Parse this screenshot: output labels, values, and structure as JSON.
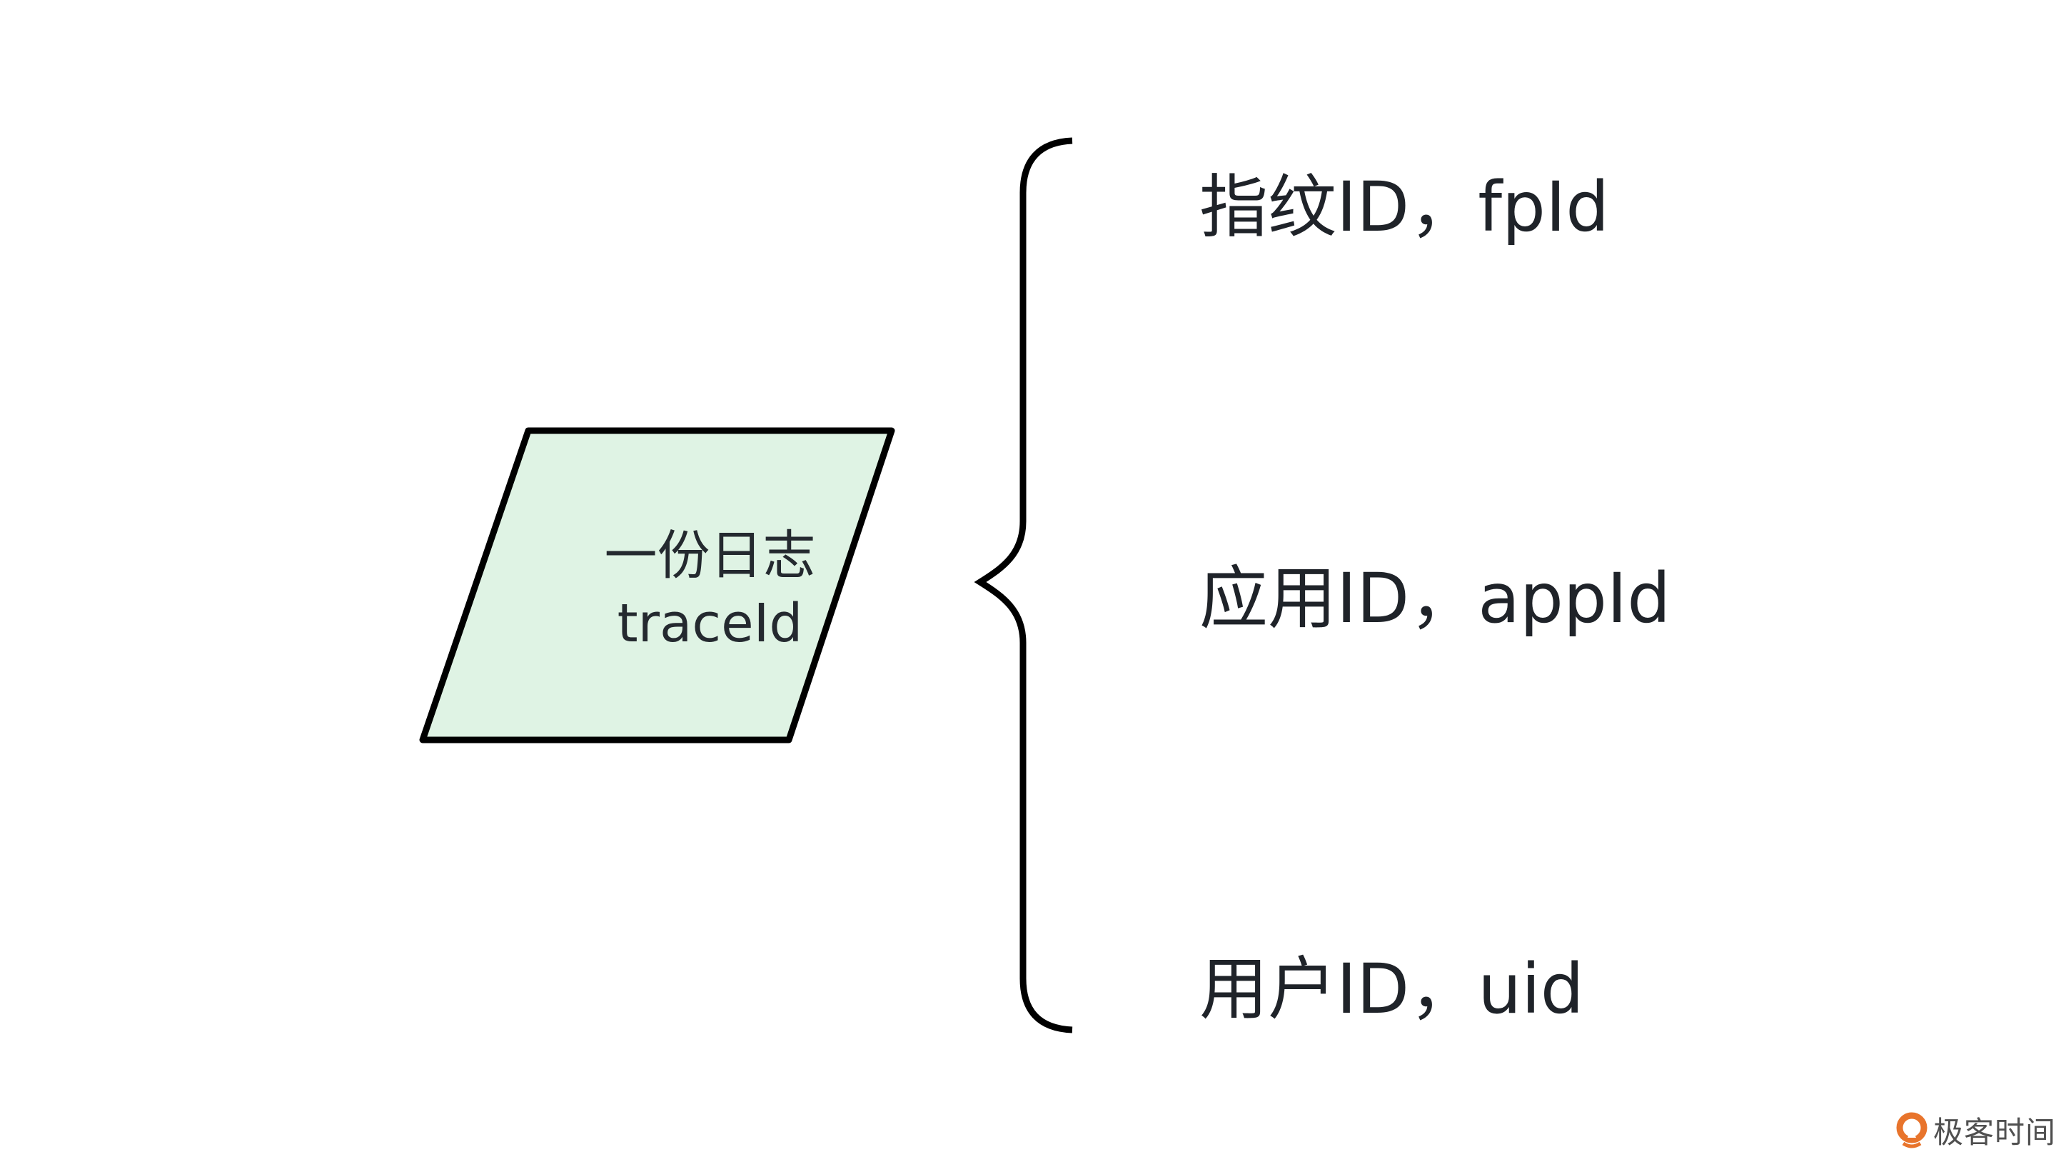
{
  "node": {
    "line1": "一份日志",
    "line2": "traceId",
    "fill": "#dff3e4",
    "stroke": "#000000"
  },
  "brace": {
    "color": "#000000"
  },
  "ids": [
    {
      "label": "指纹ID，fpId"
    },
    {
      "label": "应用ID，appId"
    },
    {
      "label": "用户ID，uid"
    }
  ],
  "watermark": {
    "text": "极客时间",
    "accent": "#e8742c"
  }
}
